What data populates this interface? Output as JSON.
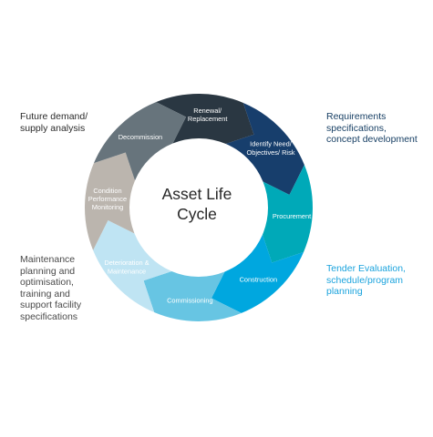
{
  "center_title": [
    "Asset Life",
    "Cycle"
  ],
  "segments": [
    {
      "id": "renewal",
      "lines": [
        "Renewal/",
        "Replacement"
      ],
      "color": "#2a3742"
    },
    {
      "id": "identify-need",
      "lines": [
        "Identify Need/",
        "Objectives/ Risk"
      ],
      "color": "#173e6c"
    },
    {
      "id": "procurement",
      "lines": [
        "Procurement"
      ],
      "color": "#00a9b8"
    },
    {
      "id": "construction",
      "lines": [
        "Construction"
      ],
      "color": "#00a7df"
    },
    {
      "id": "commissioning",
      "lines": [
        "Commissioning"
      ],
      "color": "#67c5e3"
    },
    {
      "id": "deterioration",
      "lines": [
        "Deterioration &",
        "Maintenance"
      ],
      "color": "#bfe4f3"
    },
    {
      "id": "condition",
      "lines": [
        "Condition",
        "Performance",
        "Monitoring"
      ],
      "color": "#bbb5ae"
    },
    {
      "id": "decommission",
      "lines": [
        "Decommission"
      ],
      "color": "#67747c"
    }
  ],
  "notes": {
    "top_left": "Future demand/\nsupply analysis",
    "top_right": "Requirements\nspecifications,\nconcept development",
    "bottom_left": "Maintenance\nplanning and\noptimisation,\ntraining and\nsupport facility\nspecifications",
    "bottom_right": "Tender Evaluation,\nschedule/program\nplanning"
  }
}
